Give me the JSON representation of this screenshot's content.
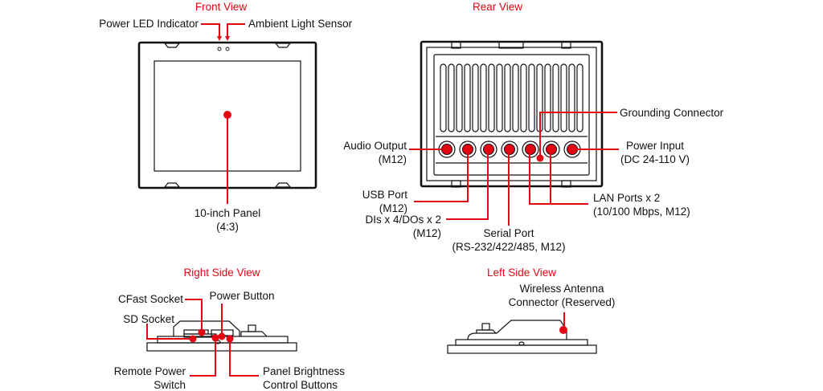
{
  "colors": {
    "accent": "#e30613",
    "line": "#111111"
  },
  "front_view": {
    "title": "Front View",
    "callouts": {
      "power_led": "Power LED Indicator",
      "ambient_sensor": "Ambient Light Sensor",
      "panel_line1": "10-inch Panel",
      "panel_line2": "(4:3)"
    }
  },
  "rear_view": {
    "title": "Rear View",
    "callouts": {
      "audio_line1": "Audio Output",
      "audio_line2": "(M12)",
      "usb_line1": "USB Port",
      "usb_line2": "(M12)",
      "dio_line1": "DIs x 4/DOs x 2",
      "dio_line2": "(M12)",
      "serial_line1": "Serial Port",
      "serial_line2": "(RS-232/422/485, M12)",
      "lan_line1": "LAN Ports x 2",
      "lan_line2": "(10/100 Mbps, M12)",
      "ground": "Grounding Connector",
      "power_line1": "Power Input",
      "power_line2": "(DC 24-110 V)"
    }
  },
  "right_side_view": {
    "title": "Right Side View",
    "callouts": {
      "cfast": "CFast Socket",
      "power_button": "Power Button",
      "sd": "SD Socket",
      "remote_line1": "Remote Power",
      "remote_line2": "Switch",
      "brightness_line1": "Panel Brightness",
      "brightness_line2": "Control Buttons"
    }
  },
  "left_side_view": {
    "title": "Left Side View",
    "callouts": {
      "antenna_line1": "Wireless Antenna",
      "antenna_line2": "Connector (Reserved)"
    }
  }
}
